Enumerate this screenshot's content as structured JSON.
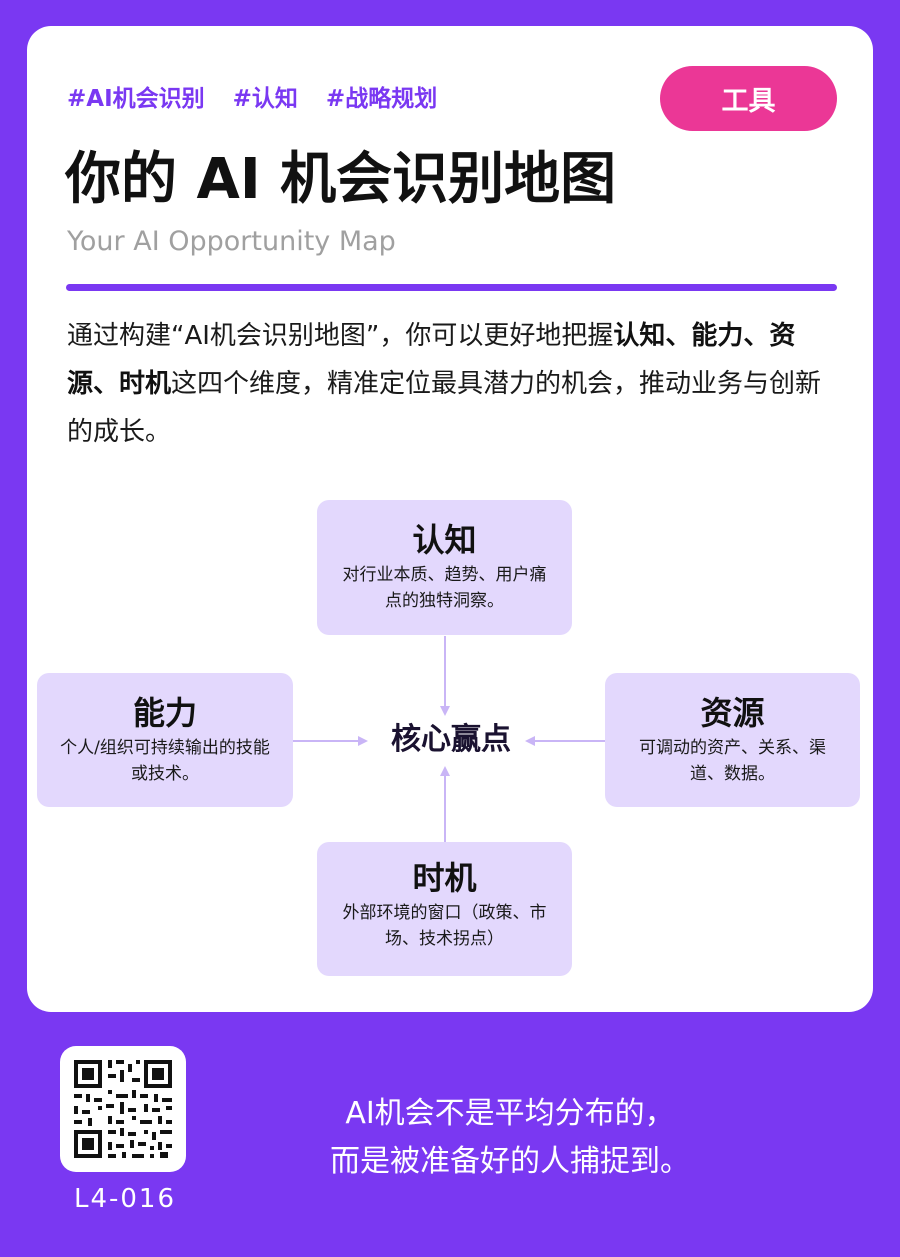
{
  "header": {
    "tags": [
      "#AI机会识别",
      "#认知",
      "#战略规划"
    ],
    "badge": "工具",
    "title": "你的 AI 机会识别地图",
    "subtitle": "Your AI Opportunity Map"
  },
  "intro": {
    "p1": "通过构建“AI机会识别地图”，你可以更好地把握",
    "b1": "认知、能力、资源、时机",
    "p2": "这四个维度，精准定位最具潜力的机会，推动业务与创新的成长。"
  },
  "diagram": {
    "core": "核心赢点",
    "top": {
      "title": "认知",
      "desc": "对行业本质、趋势、用户痛点的独特洞察。"
    },
    "left": {
      "title": "能力",
      "desc": "个人/组织可持续输出的技能或技术。"
    },
    "right": {
      "title": "资源",
      "desc": "可调动的资产、关系、渠道、数据。"
    },
    "bottom": {
      "title": "时机",
      "desc": "外部环境的窗口（政策、市场、技术拐点）"
    }
  },
  "footer": {
    "code": "L4-016",
    "quote_line1": "AI机会不是平均分布的，",
    "quote_line2": "而是被准备好的人捕捉到。"
  },
  "colors": {
    "purple": "#7a38f2",
    "pink": "#eb3796",
    "box": "#e3d8fd",
    "arrow": "#c9b5f6"
  }
}
